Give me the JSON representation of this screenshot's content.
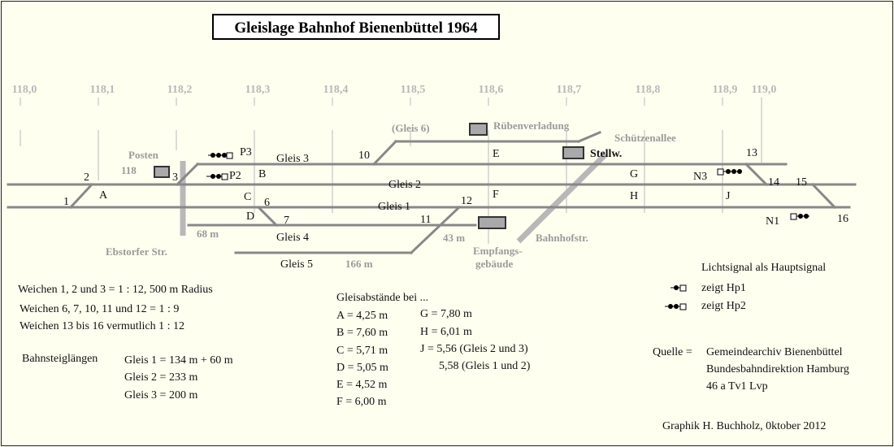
{
  "title": "Gleislage Bahnhof Bienenbüttel 1964",
  "km_markers": [
    "118,0",
    "118,1",
    "118,2",
    "118,3",
    "118,4",
    "118,5",
    "118,6",
    "118,7",
    "118,8",
    "118,9",
    "119,0"
  ],
  "tracks": {
    "gleis1": "Gleis 1",
    "gleis2": "Gleis 2",
    "gleis3": "Gleis 3",
    "gleis4": "Gleis 4",
    "gleis5": "Gleis 5",
    "gleis6": "(Gleis 6)"
  },
  "switches": {
    "s1": "1",
    "s2": "2",
    "s3": "3",
    "s6": "6",
    "s7": "7",
    "s10": "10",
    "s11": "11",
    "s12": "12",
    "s13": "13",
    "s14": "14",
    "s15": "15",
    "s16": "16"
  },
  "distance_labels": {
    "A": "A",
    "B": "B",
    "C": "C",
    "D": "D",
    "E": "E",
    "F": "F",
    "G": "G",
    "H": "H",
    "J": "J"
  },
  "signals": {
    "P3": "P3",
    "P2": "P2",
    "N3": "N3",
    "N1": "N1"
  },
  "places": {
    "posten": "Posten",
    "posten_num": "118",
    "ebstorfer": "Ebstorfer Str.",
    "rueben": "Rübenverladung",
    "schuetzen": "Schützenallee",
    "stellw": "Stellw.",
    "empfangs1": "Empfangs-",
    "empfangs2": "gebäude",
    "bahnhofstr": "Bahnhofstr."
  },
  "lengths": {
    "l68": "68 m",
    "l43": "43 m",
    "l166": "166 m"
  },
  "notes": {
    "weichen1": "Weichen 1, 2 und 3 = 1 : 12, 500 m Radius",
    "weichen2": "Weichen  6, 7, 10, 11 und 12 = 1 : 9",
    "weichen3": "Weichen 13 bis 16 vermutlich 1 : 12",
    "bahnsteig_title": "Bahnsteiglängen",
    "bahnsteig": [
      "Gleis 1 = 134 m  + 60 m",
      "Gleis 2 = 233 m",
      "Gleis 3 = 200 m"
    ]
  },
  "gleisabstaende": {
    "title": "Gleisabstände bei ...",
    "col1": [
      "A = 4,25 m",
      "B = 7,60 m",
      "C = 5,71 m",
      "D = 5,05 m",
      "E = 4,52 m",
      "F = 6,00 m"
    ],
    "col2": [
      "G = 7,80 m",
      "H = 6,01 m",
      "J = 5,56 (Gleis 2 und 3)",
      "5,58 (Gleis 1 und 2)"
    ]
  },
  "legend": {
    "title": "Lichtsignal als Hauptsignal",
    "hp1": "zeigt Hp1",
    "hp2": "zeigt Hp2"
  },
  "source": {
    "label": "Quelle =",
    "lines": [
      "Gemeindearchiv Bienenbüttel",
      "Bundesbahndirektion Hamburg",
      "46 a Tv1 Lvp"
    ]
  },
  "credit": "Graphik H. Buchholz, 0ktober 2012"
}
